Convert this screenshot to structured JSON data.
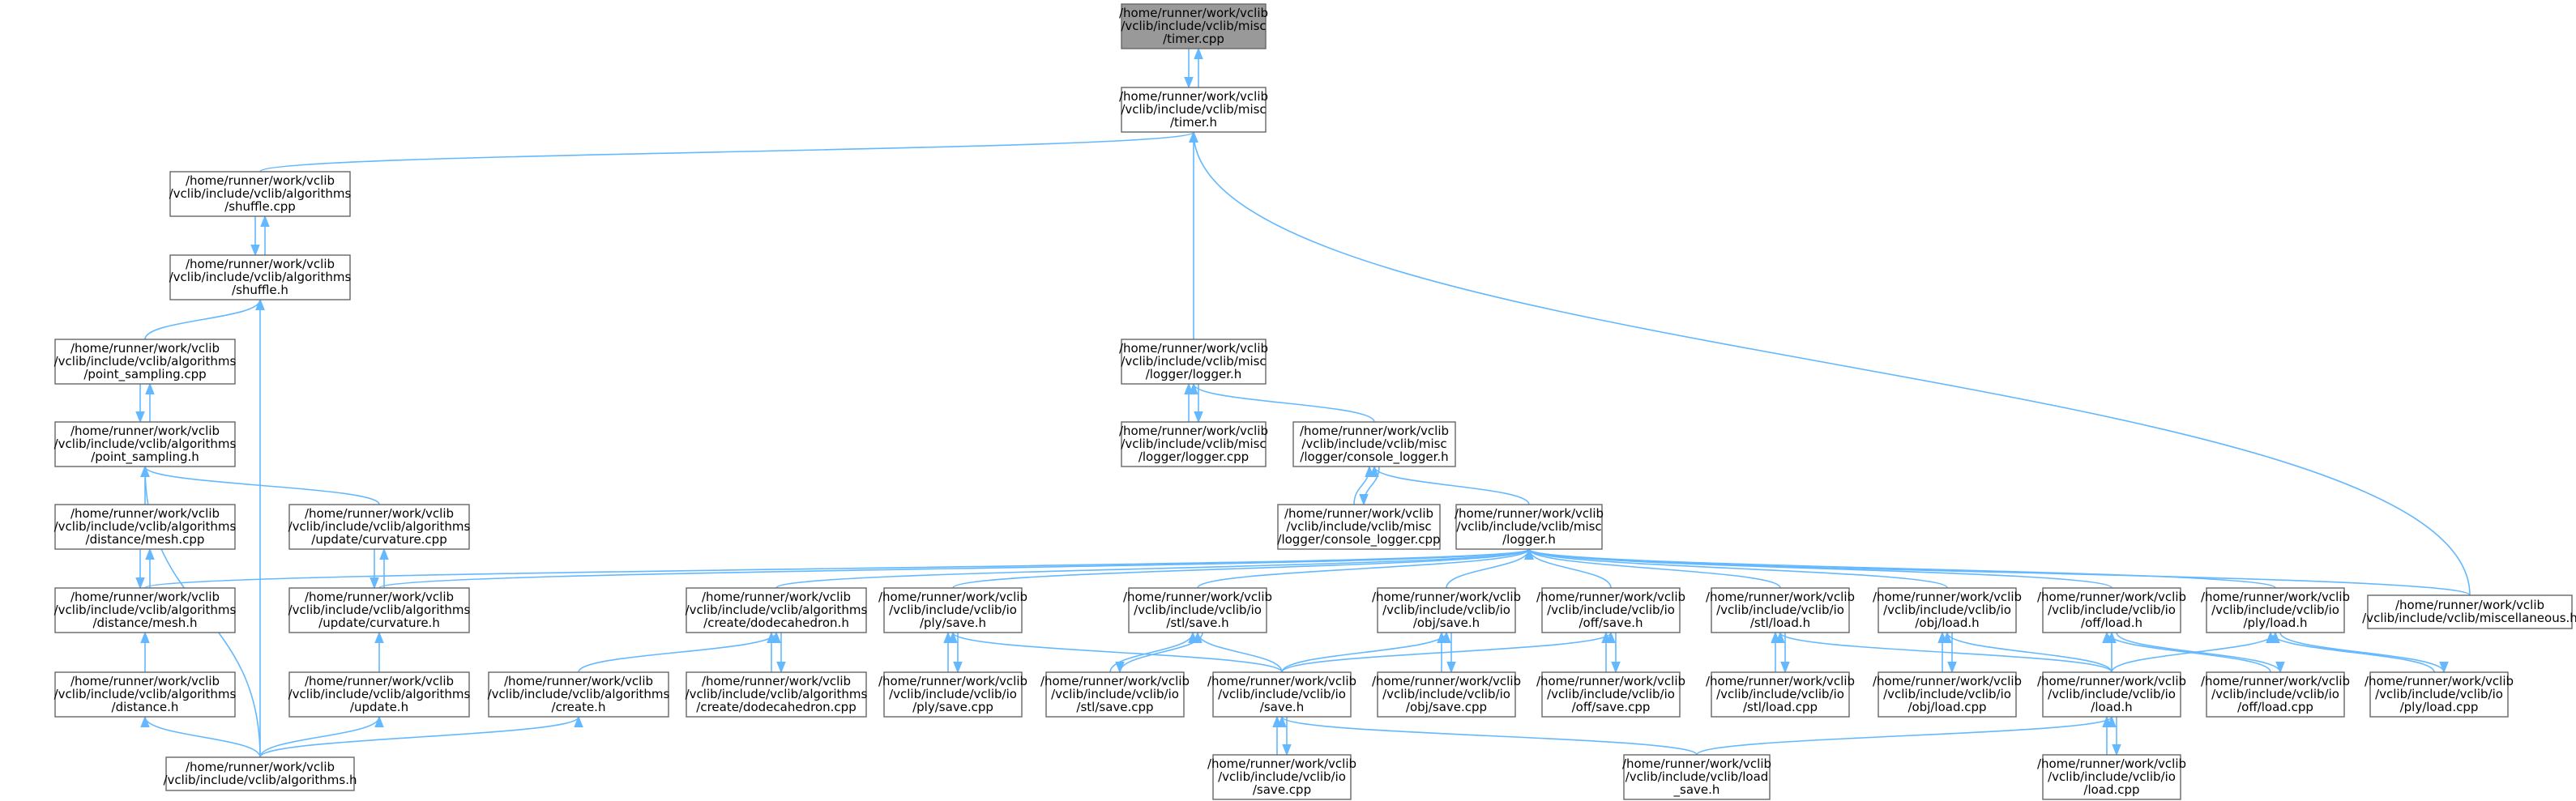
{
  "colors": {
    "edge": "#63b8ff",
    "border": "#666666",
    "root_fill": "#999999",
    "node_fill": "#ffffff"
  },
  "nodes": [
    {
      "id": "timer_cpp",
      "root": true,
      "lines": [
        "/home/runner/work/vclib",
        "/vclib/include/vclib/misc",
        "/timer.cpp"
      ]
    },
    {
      "id": "timer_h",
      "lines": [
        "/home/runner/work/vclib",
        "/vclib/include/vclib/misc",
        "/timer.h"
      ]
    },
    {
      "id": "shuffle_cpp",
      "lines": [
        "/home/runner/work/vclib",
        "/vclib/include/vclib/algorithms",
        "/shuffle.cpp"
      ]
    },
    {
      "id": "shuffle_h",
      "lines": [
        "/home/runner/work/vclib",
        "/vclib/include/vclib/algorithms",
        "/shuffle.h"
      ]
    },
    {
      "id": "ps_cpp",
      "lines": [
        "/home/runner/work/vclib",
        "/vclib/include/vclib/algorithms",
        "/point_sampling.cpp"
      ]
    },
    {
      "id": "ps_h",
      "lines": [
        "/home/runner/work/vclib",
        "/vclib/include/vclib/algorithms",
        "/point_sampling.h"
      ]
    },
    {
      "id": "dist_mesh_cpp",
      "lines": [
        "/home/runner/work/vclib",
        "/vclib/include/vclib/algorithms",
        "/distance/mesh.cpp"
      ]
    },
    {
      "id": "dist_mesh_h",
      "lines": [
        "/home/runner/work/vclib",
        "/vclib/include/vclib/algorithms",
        "/distance/mesh.h"
      ]
    },
    {
      "id": "distance_h",
      "lines": [
        "/home/runner/work/vclib",
        "/vclib/include/vclib/algorithms",
        "/distance.h"
      ]
    },
    {
      "id": "algorithms_h",
      "lines": [
        "/home/runner/work/vclib",
        "/vclib/include/vclib/algorithms.h"
      ]
    },
    {
      "id": "curv_cpp",
      "lines": [
        "/home/runner/work/vclib",
        "/vclib/include/vclib/algorithms",
        "/update/curvature.cpp"
      ]
    },
    {
      "id": "curv_h",
      "lines": [
        "/home/runner/work/vclib",
        "/vclib/include/vclib/algorithms",
        "/update/curvature.h"
      ]
    },
    {
      "id": "update_h",
      "lines": [
        "/home/runner/work/vclib",
        "/vclib/include/vclib/algorithms",
        "/update.h"
      ]
    },
    {
      "id": "dodec_h",
      "lines": [
        "/home/runner/work/vclib",
        "/vclib/include/vclib/algorithms",
        "/create/dodecahedron.h"
      ]
    },
    {
      "id": "create_h",
      "lines": [
        "/home/runner/work/vclib",
        "/vclib/include/vclib/algorithms",
        "/create.h"
      ]
    },
    {
      "id": "dodec_cpp",
      "lines": [
        "/home/runner/work/vclib",
        "/vclib/include/vclib/algorithms",
        "/create/dodecahedron.cpp"
      ]
    },
    {
      "id": "logger_h",
      "lines": [
        "/home/runner/work/vclib",
        "/vclib/include/vclib/misc",
        "/logger/logger.h"
      ]
    },
    {
      "id": "logger_cpp",
      "lines": [
        "/home/runner/work/vclib",
        "/vclib/include/vclib/misc",
        "/logger/logger.cpp"
      ]
    },
    {
      "id": "console_h",
      "lines": [
        "/home/runner/work/vclib",
        "/vclib/include/vclib/misc",
        "/logger/console_logger.h"
      ]
    },
    {
      "id": "console_cpp",
      "lines": [
        "/home/runner/work/vclib",
        "/vclib/include/vclib/misc",
        "/logger/console_logger.cpp"
      ]
    },
    {
      "id": "logger_main",
      "lines": [
        "/home/runner/work/vclib",
        "/vclib/include/vclib/misc",
        "/logger.h"
      ]
    },
    {
      "id": "ply_save_h",
      "lines": [
        "/home/runner/work/vclib",
        "/vclib/include/vclib/io",
        "/ply/save.h"
      ]
    },
    {
      "id": "ply_save_cpp",
      "lines": [
        "/home/runner/work/vclib",
        "/vclib/include/vclib/io",
        "/ply/save.cpp"
      ]
    },
    {
      "id": "stl_save_h",
      "lines": [
        "/home/runner/work/vclib",
        "/vclib/include/vclib/io",
        "/stl/save.h"
      ]
    },
    {
      "id": "stl_save_cpp",
      "lines": [
        "/home/runner/work/vclib",
        "/vclib/include/vclib/io",
        "/stl/save.cpp"
      ]
    },
    {
      "id": "save_h",
      "lines": [
        "/home/runner/work/vclib",
        "/vclib/include/vclib/io",
        "/save.h"
      ]
    },
    {
      "id": "save_cpp",
      "lines": [
        "/home/runner/work/vclib",
        "/vclib/include/vclib/io",
        "/save.cpp"
      ]
    },
    {
      "id": "obj_save_h",
      "lines": [
        "/home/runner/work/vclib",
        "/vclib/include/vclib/io",
        "/obj/save.h"
      ]
    },
    {
      "id": "obj_save_cpp",
      "lines": [
        "/home/runner/work/vclib",
        "/vclib/include/vclib/io",
        "/obj/save.cpp"
      ]
    },
    {
      "id": "off_save_h",
      "lines": [
        "/home/runner/work/vclib",
        "/vclib/include/vclib/io",
        "/off/save.h"
      ]
    },
    {
      "id": "off_save_cpp",
      "lines": [
        "/home/runner/work/vclib",
        "/vclib/include/vclib/io",
        "/off/save.cpp"
      ]
    },
    {
      "id": "load_save_h",
      "lines": [
        "/home/runner/work/vclib",
        "/vclib/include/vclib/load",
        "_save.h"
      ]
    },
    {
      "id": "stl_load_h",
      "lines": [
        "/home/runner/work/vclib",
        "/vclib/include/vclib/io",
        "/stl/load.h"
      ]
    },
    {
      "id": "stl_load_cpp",
      "lines": [
        "/home/runner/work/vclib",
        "/vclib/include/vclib/io",
        "/stl/load.cpp"
      ]
    },
    {
      "id": "obj_load_h",
      "lines": [
        "/home/runner/work/vclib",
        "/vclib/include/vclib/io",
        "/obj/load.h"
      ]
    },
    {
      "id": "obj_load_cpp",
      "lines": [
        "/home/runner/work/vclib",
        "/vclib/include/vclib/io",
        "/obj/load.cpp"
      ]
    },
    {
      "id": "off_load_h",
      "lines": [
        "/home/runner/work/vclib",
        "/vclib/include/vclib/io",
        "/off/load.h"
      ]
    },
    {
      "id": "load_h",
      "lines": [
        "/home/runner/work/vclib",
        "/vclib/include/vclib/io",
        "/load.h"
      ]
    },
    {
      "id": "load_cpp",
      "lines": [
        "/home/runner/work/vclib",
        "/vclib/include/vclib/io",
        "/load.cpp"
      ]
    },
    {
      "id": "off_load_cpp",
      "lines": [
        "/home/runner/work/vclib",
        "/vclib/include/vclib/io",
        "/off/load.cpp"
      ]
    },
    {
      "id": "ply_load_h",
      "lines": [
        "/home/runner/work/vclib",
        "/vclib/include/vclib/io",
        "/ply/load.h"
      ]
    },
    {
      "id": "ply_load_cpp",
      "lines": [
        "/home/runner/work/vclib",
        "/vclib/include/vclib/io",
        "/ply/load.cpp"
      ]
    },
    {
      "id": "misc_h",
      "lines": [
        "/home/runner/work/vclib",
        "/vclib/include/vclib/miscellaneous.h"
      ]
    }
  ],
  "edges": [
    [
      "timer_h",
      "timer_cpp"
    ],
    [
      "timer_cpp",
      "timer_h"
    ],
    [
      "shuffle_cpp",
      "timer_h"
    ],
    [
      "logger_h",
      "timer_h"
    ],
    [
      "misc_h",
      "timer_h"
    ],
    [
      "shuffle_h",
      "shuffle_cpp"
    ],
    [
      "shuffle_cpp",
      "shuffle_h"
    ],
    [
      "ps_cpp",
      "shuffle_h"
    ],
    [
      "algorithms_h",
      "shuffle_h"
    ],
    [
      "ps_h",
      "ps_cpp"
    ],
    [
      "ps_cpp",
      "ps_h"
    ],
    [
      "dist_mesh_cpp",
      "ps_h"
    ],
    [
      "curv_cpp",
      "ps_h"
    ],
    [
      "algorithms_h",
      "ps_h"
    ],
    [
      "dist_mesh_h",
      "dist_mesh_cpp"
    ],
    [
      "dist_mesh_cpp",
      "dist_mesh_h"
    ],
    [
      "distance_h",
      "dist_mesh_h"
    ],
    [
      "algorithms_h",
      "distance_h"
    ],
    [
      "curv_h",
      "curv_cpp"
    ],
    [
      "curv_cpp",
      "curv_h"
    ],
    [
      "update_h",
      "curv_h"
    ],
    [
      "algorithms_h",
      "update_h"
    ],
    [
      "create_h",
      "dodec_h"
    ],
    [
      "algorithms_h",
      "create_h"
    ],
    [
      "dodec_cpp",
      "dodec_h"
    ],
    [
      "dodec_h",
      "dodec_cpp"
    ],
    [
      "logger_cpp",
      "logger_h"
    ],
    [
      "logger_h",
      "logger_cpp"
    ],
    [
      "console_h",
      "logger_h"
    ],
    [
      "console_cpp",
      "console_h"
    ],
    [
      "console_h",
      "console_cpp"
    ],
    [
      "logger_main",
      "console_h"
    ],
    [
      "dist_mesh_h",
      "logger_main"
    ],
    [
      "curv_h",
      "logger_main"
    ],
    [
      "dodec_h",
      "logger_main"
    ],
    [
      "ply_save_h",
      "logger_main"
    ],
    [
      "stl_save_h",
      "logger_main"
    ],
    [
      "obj_save_h",
      "logger_main"
    ],
    [
      "off_save_h",
      "logger_main"
    ],
    [
      "stl_load_h",
      "logger_main"
    ],
    [
      "obj_load_h",
      "logger_main"
    ],
    [
      "off_load_h",
      "logger_main"
    ],
    [
      "ply_load_h",
      "logger_main"
    ],
    [
      "misc_h",
      "logger_main"
    ],
    [
      "ply_save_cpp",
      "ply_save_h"
    ],
    [
      "ply_save_h",
      "ply_save_cpp"
    ],
    [
      "save_h",
      "ply_save_h"
    ],
    [
      "stl_save_cpp",
      "stl_save_h"
    ],
    [
      "stl_save_h",
      "stl_save_cpp"
    ],
    [
      "save_h",
      "stl_save_h"
    ],
    [
      "obj_save_cpp",
      "obj_save_h"
    ],
    [
      "obj_save_h",
      "obj_save_cpp"
    ],
    [
      "save_h",
      "obj_save_h"
    ],
    [
      "off_save_cpp",
      "off_save_h"
    ],
    [
      "off_save_h",
      "off_save_cpp"
    ],
    [
      "save_h",
      "off_save_h"
    ],
    [
      "save_cpp",
      "save_h"
    ],
    [
      "save_h",
      "save_cpp"
    ],
    [
      "load_save_h",
      "save_h"
    ],
    [
      "stl_load_cpp",
      "stl_load_h"
    ],
    [
      "stl_load_h",
      "stl_load_cpp"
    ],
    [
      "load_h",
      "stl_load_h"
    ],
    [
      "obj_load_cpp",
      "obj_load_h"
    ],
    [
      "obj_load_h",
      "obj_load_cpp"
    ],
    [
      "load_h",
      "obj_load_h"
    ],
    [
      "off_load_cpp",
      "off_load_h"
    ],
    [
      "off_load_h",
      "off_load_cpp"
    ],
    [
      "load_h",
      "off_load_h"
    ],
    [
      "ply_load_cpp",
      "ply_load_h"
    ],
    [
      "ply_load_h",
      "ply_load_cpp"
    ],
    [
      "load_h",
      "ply_load_h"
    ],
    [
      "load_cpp",
      "load_h"
    ],
    [
      "load_h",
      "load_cpp"
    ],
    [
      "load_save_h",
      "load_h"
    ]
  ]
}
